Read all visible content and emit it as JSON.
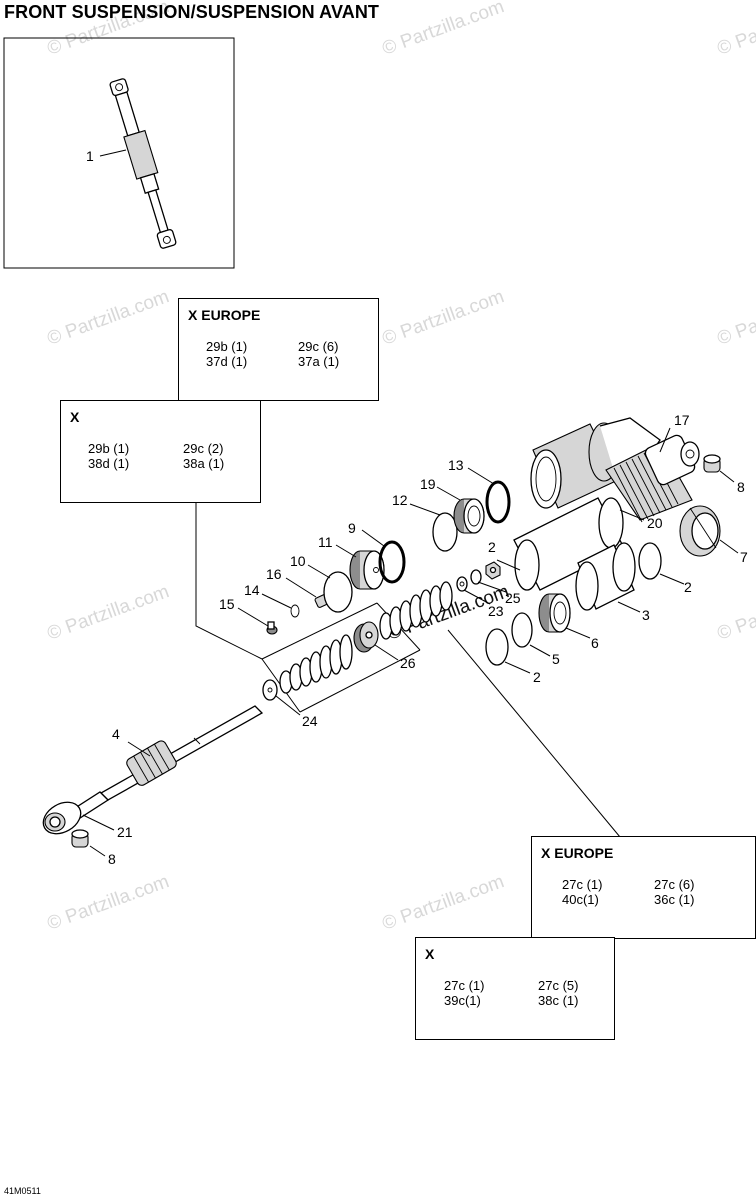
{
  "title": "FRONT SUSPENSION/SUSPENSION AVANT",
  "diagram_code": "41M0511",
  "watermark": "© Partzilla.com",
  "boxes": {
    "x_europe_top": {
      "title": "X EUROPE",
      "c1": "29b (1)",
      "c2": "29c (6)",
      "c3": "37d (1)",
      "c4": "37a (1)"
    },
    "x_top": {
      "title": "X",
      "c1": "29b (1)",
      "c2": "29c (2)",
      "c3": "38d (1)",
      "c4": "38a (1)"
    },
    "x_europe_bottom": {
      "title": "X EUROPE",
      "c1": "27c (1)",
      "c2": "27c (6)",
      "c3": "40c(1)",
      "c4": "36c (1)"
    },
    "x_bottom": {
      "title": "X",
      "c1": "27c (1)",
      "c2": "27c (5)",
      "c3": "39c(1)",
      "c4": "38c (1)"
    }
  },
  "callouts": {
    "n1": "1",
    "n2a": "2",
    "n2b": "2",
    "n2c": "2",
    "n3": "3",
    "n4": "4",
    "n5": "5",
    "n6": "6",
    "n7": "7",
    "n8a": "8",
    "n8b": "8",
    "n9": "9",
    "n10": "10",
    "n11": "11",
    "n12": "12",
    "n13": "13",
    "n14": "14",
    "n15": "15",
    "n16": "16",
    "n17": "17",
    "n19": "19",
    "n20": "20",
    "n21": "21",
    "n23": "23",
    "n24": "24",
    "n25": "25",
    "n26": "26"
  }
}
